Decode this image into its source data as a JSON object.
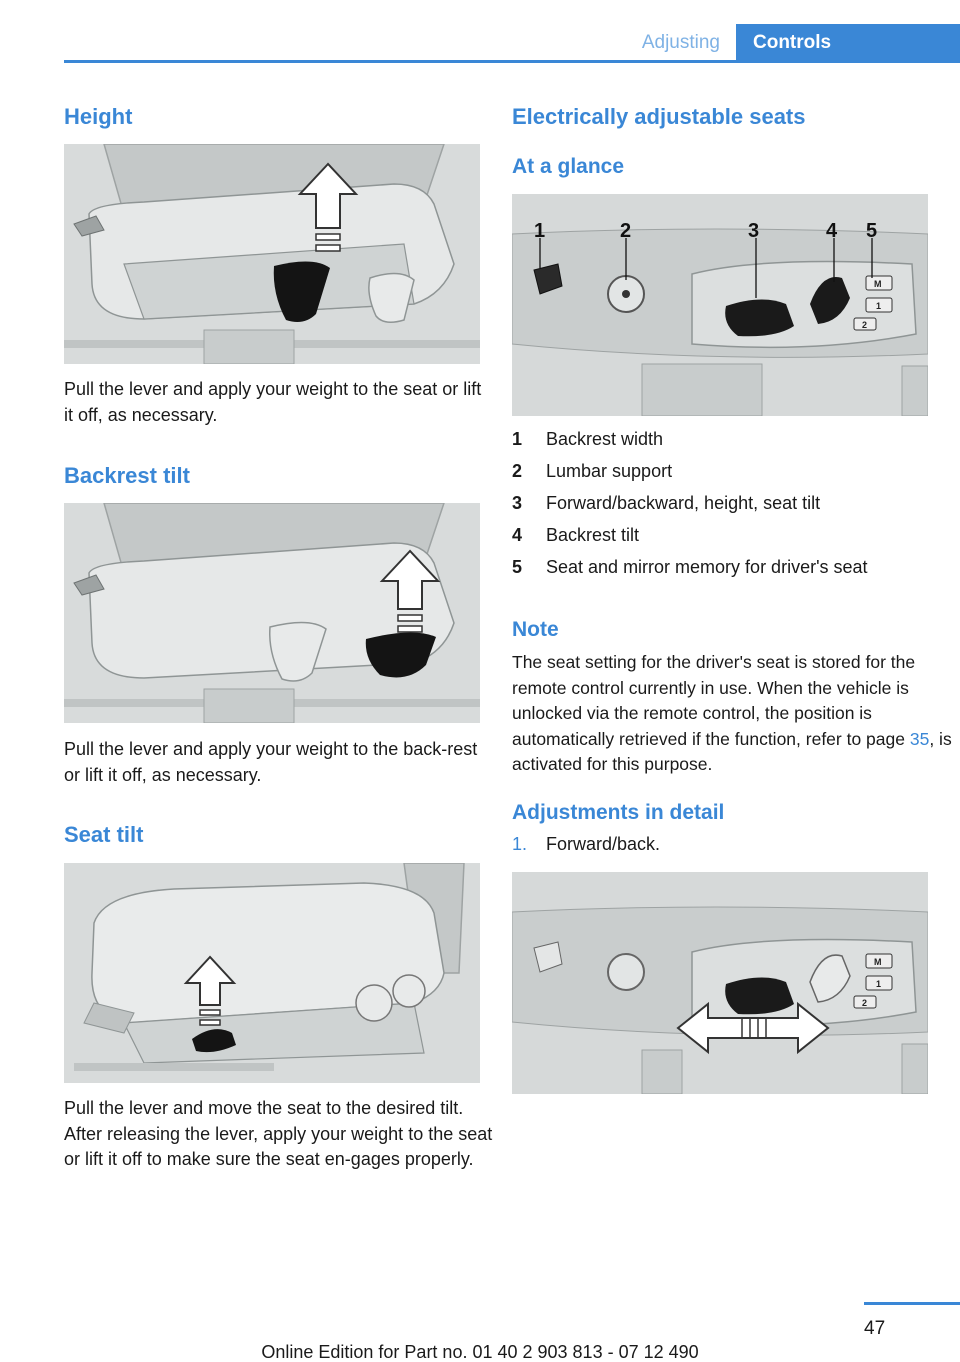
{
  "header": {
    "section": "Adjusting",
    "chapter": "Controls"
  },
  "left": {
    "height": {
      "heading": "Height",
      "text": "Pull the lever and apply your weight to the seat or lift it off, as necessary."
    },
    "backrest_tilt": {
      "heading": "Backrest tilt",
      "text": "Pull the lever and apply your weight to the back-rest or lift it off, as necessary."
    },
    "seat_tilt": {
      "heading": "Seat tilt",
      "text": "Pull the lever and move the seat to the desired tilt. After releasing the lever, apply your weight to the seat or lift it off to make sure the seat en-gages properly."
    }
  },
  "right": {
    "title": "Electrically adjustable seats",
    "at_a_glance": "At a glance",
    "callouts": [
      "1",
      "2",
      "3",
      "4",
      "5"
    ],
    "items": [
      {
        "num": "1",
        "label": "Backrest width"
      },
      {
        "num": "2",
        "label": "Lumbar support"
      },
      {
        "num": "3",
        "label": "Forward/backward, height, seat tilt"
      },
      {
        "num": "4",
        "label": "Backrest tilt"
      },
      {
        "num": "5",
        "label": "Seat and mirror memory for driver's seat"
      }
    ],
    "note": {
      "heading": "Note",
      "text_before": "The seat setting for the driver's seat is stored for the remote control currently in use. When the vehicle is unlocked via the remote control, the position is automatically retrieved if the function, refer to page ",
      "page_link": "35",
      "text_after": ", is activated for this purpose."
    },
    "detail": {
      "heading": "Adjustments in detail",
      "step_num": "1.",
      "step_text": "Forward/back."
    },
    "memory_buttons": [
      "M",
      "1",
      "2"
    ]
  },
  "footer": {
    "page": "47",
    "edition": "Online Edition for Part no. 01 40 2 903 813 - 07 12 490"
  }
}
